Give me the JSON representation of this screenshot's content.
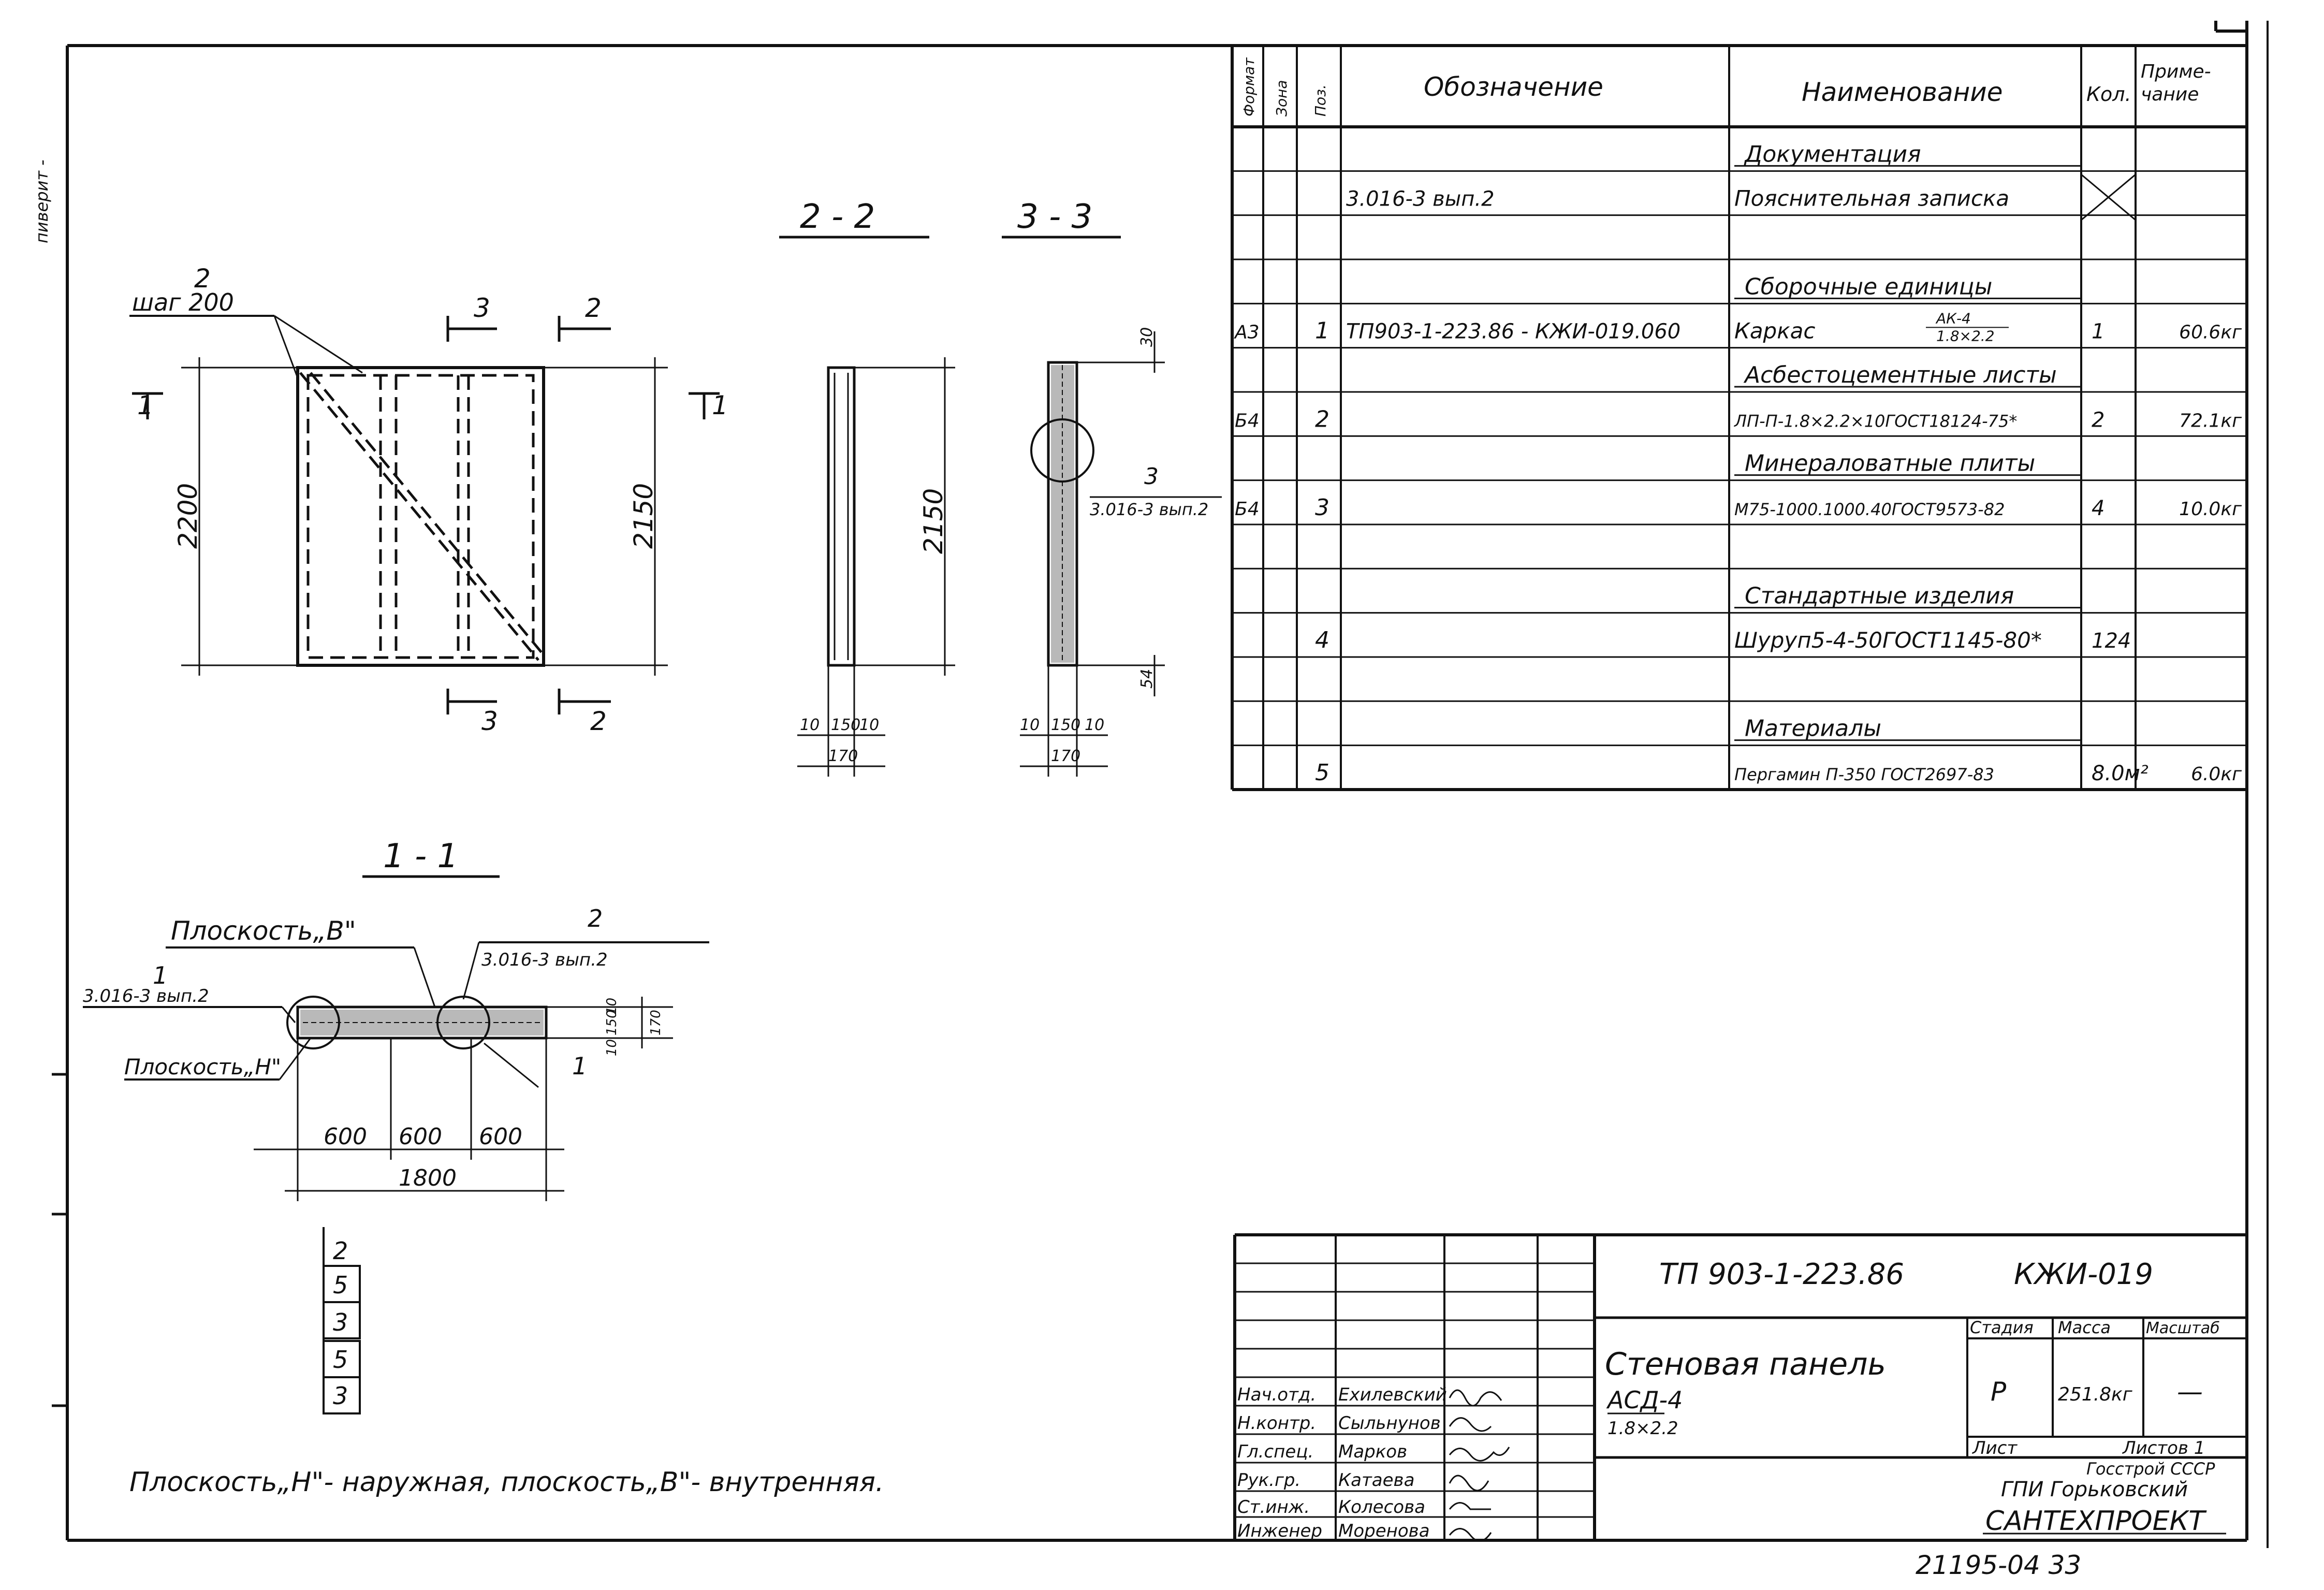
{
  "margin_note": "пиверит -",
  "sections": {
    "s22": "2 - 2",
    "s33": "3 - 3",
    "s11": "1 - 1"
  },
  "plan": {
    "callout_pos": "2",
    "callout_step": "шаг 200",
    "cut_3_top": "3",
    "cut_2_top": "2",
    "cut_3_bottom": "3",
    "cut_2_bottom": "2",
    "cut_1_left": "1",
    "cut_1_right": "1",
    "dim_height_left": "2200",
    "dim_height_right": "2150"
  },
  "section22": {
    "dim_height": "2150",
    "dim_a": "10",
    "dim_b": "150",
    "dim_c": "10",
    "dim_total": "170"
  },
  "section33": {
    "dim_top": "30",
    "dim_bottom": "54",
    "callout_num": "3",
    "callout_ref": "3.016-3 вып.2",
    "dim_a": "10",
    "dim_b": "150",
    "dim_c": "10",
    "dim_total": "170"
  },
  "section11": {
    "plane_b": "Плоскость„В\"",
    "plane_h": "Плоскость„Н\"",
    "callout1_num": "1",
    "callout1_ref": "3.016-3 вып.2",
    "callout2_num": "2",
    "callout2_ref": "3.016-3 вып.2",
    "label_1": "1",
    "dim_v1": "10",
    "dim_v2": "150",
    "dim_v3": "10",
    "dim_v4": "170",
    "dim_600a": "600",
    "dim_600b": "600",
    "dim_600c": "600",
    "dim_1800": "1800"
  },
  "stamp_boxes": [
    "2",
    "5",
    "3",
    "5",
    "3"
  ],
  "footnote": "Плоскость„Н\"- наружная, плоскость„В\"- внутренняя.",
  "spec": {
    "headers": [
      "Формат",
      "Зона",
      "Поз.",
      "Обозначение",
      "Наименование",
      "Кол.",
      "Приме-\nчание"
    ],
    "rows": [
      {
        "fmt": "",
        "zone": "",
        "pos": "",
        "code": "",
        "name": "Документация",
        "qty": "",
        "note": "",
        "heading": true
      },
      {
        "fmt": "",
        "zone": "",
        "pos": "",
        "code": "3.016-3 вып.2",
        "name": "Пояснительная записка",
        "qty": "",
        "note": "",
        "cross": true
      },
      {
        "fmt": "",
        "zone": "",
        "pos": "",
        "code": "",
        "name": "",
        "qty": "",
        "note": ""
      },
      {
        "fmt": "",
        "zone": "",
        "pos": "",
        "code": "",
        "name": "Сборочные единицы",
        "qty": "",
        "note": "",
        "heading": true
      },
      {
        "fmt": "А3",
        "zone": "",
        "pos": "1",
        "code": "ТП903-1-223.86 - КЖИ-019.060",
        "name": "Каркас",
        "name_frac_top": "АК-4",
        "name_frac_bottom": "1.8×2.2",
        "qty": "1",
        "note": "60.6кг"
      },
      {
        "fmt": "",
        "zone": "",
        "pos": "",
        "code": "",
        "name": "Асбестоцементные листы",
        "qty": "",
        "note": "",
        "heading": true
      },
      {
        "fmt": "Б4",
        "zone": "",
        "pos": "2",
        "code": "",
        "name": "ЛП-П-1.8×2.2×10ГОСТ18124-75*",
        "qty": "2",
        "note": "72.1кг"
      },
      {
        "fmt": "",
        "zone": "",
        "pos": "",
        "code": "",
        "name": "Минераловатные плиты",
        "qty": "",
        "note": "",
        "heading": true
      },
      {
        "fmt": "Б4",
        "zone": "",
        "pos": "3",
        "code": "",
        "name": "М75-1000.1000.40ГОСТ9573-82",
        "qty": "4",
        "note": "10.0кг"
      },
      {
        "fmt": "",
        "zone": "",
        "pos": "",
        "code": "",
        "name": "",
        "qty": "",
        "note": ""
      },
      {
        "fmt": "",
        "zone": "",
        "pos": "",
        "code": "",
        "name": "Стандартные изделия",
        "qty": "",
        "note": "",
        "heading": true
      },
      {
        "fmt": "",
        "zone": "",
        "pos": "4",
        "code": "",
        "name": "Шуруп5-4-50ГОСТ1145-80*",
        "qty": "124",
        "note": ""
      },
      {
        "fmt": "",
        "zone": "",
        "pos": "",
        "code": "",
        "name": "",
        "qty": "",
        "note": ""
      },
      {
        "fmt": "",
        "zone": "",
        "pos": "",
        "code": "",
        "name": "Материалы",
        "qty": "",
        "note": "",
        "heading": true
      },
      {
        "fmt": "",
        "zone": "",
        "pos": "5",
        "code": "",
        "name": "Пергамин П-350 ГОСТ2697-83",
        "qty": "8.0м²",
        "note": "6.0кг"
      }
    ]
  },
  "title_block": {
    "doc_code": "ТП 903-1-223.86",
    "sheet_code": "КЖИ-019",
    "title_line1": "Стеновая панель",
    "title_line2": "АСД-4",
    "title_line3": "1.8×2.2",
    "stage_h": "Стадия",
    "mass_h": "Масса",
    "scale_h": "Масштаб",
    "stage": "Р",
    "mass": "251.8кг",
    "scale": "—",
    "sheet_label": "Лист",
    "sheets_label": "Листов 1",
    "org_line1": "Госстрой СССР",
    "org_line2": "ГПИ Горьковский",
    "org_line3": "САНТЕХПРОЕКТ",
    "people": [
      {
        "role": "Нач.отд.",
        "name": "Ехилевский"
      },
      {
        "role": "Н.контр.",
        "name": "Сыльнунов"
      },
      {
        "role": "Гл.спец.",
        "name": "Марков"
      },
      {
        "role": "Рук.гр.",
        "name": "Катаева"
      },
      {
        "role": "Ст.инж.",
        "name": "Колесова"
      },
      {
        "role": "Инженер",
        "name": "Моренова"
      }
    ]
  },
  "archive_number": "21195-04  33"
}
